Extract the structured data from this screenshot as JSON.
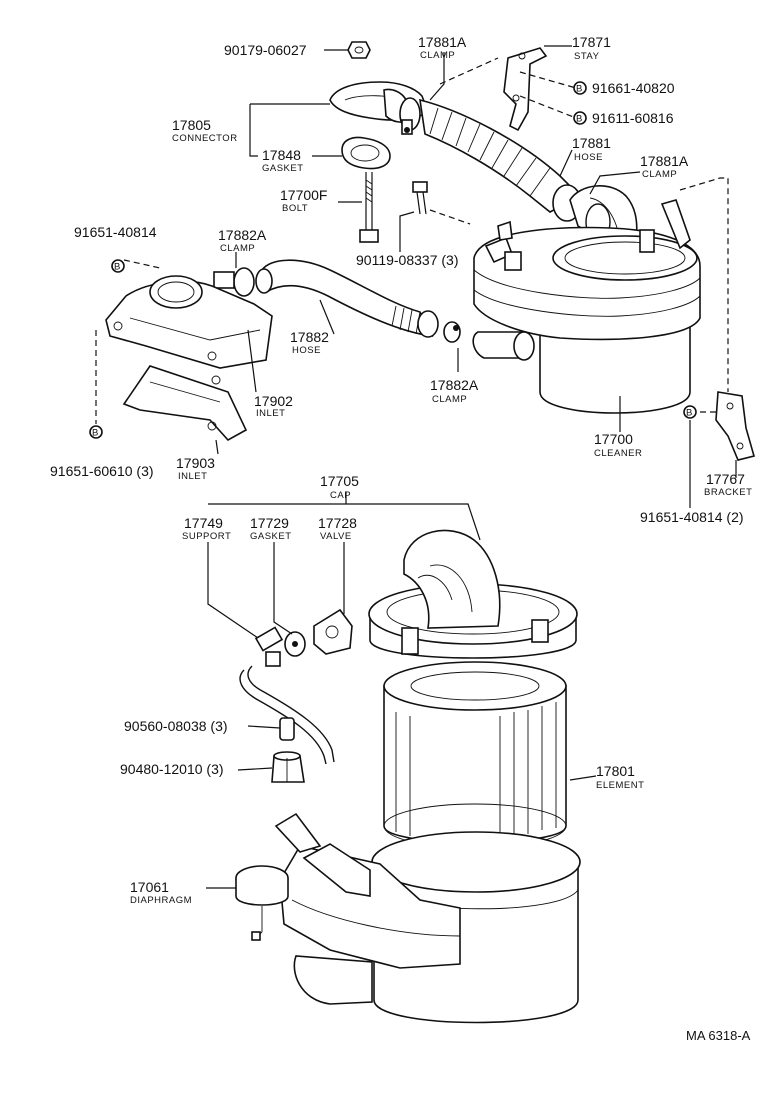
{
  "diagram_code": "MA 6318-A",
  "callouts": {
    "c_90179_06027": {
      "part": "90179-06027"
    },
    "c_17881a_top": {
      "part": "17881A",
      "name": "CLAMP"
    },
    "c_17871": {
      "part": "17871",
      "name": "STAY"
    },
    "c_91661_40820": {
      "part": "91661-40820"
    },
    "c_91611_60816": {
      "part": "91611-60816"
    },
    "c_17805": {
      "part": "17805",
      "name": "CONNECTOR"
    },
    "c_17881": {
      "part": "17881",
      "name": "HOSE"
    },
    "c_17848": {
      "part": "17848",
      "name": "GASKET"
    },
    "c_17881a_right": {
      "part": "17881A",
      "name": "CLAMP"
    },
    "c_17700f": {
      "part": "17700F",
      "name": "BOLT"
    },
    "c_91651_40814_left": {
      "part": "91651-40814"
    },
    "c_17882a_left": {
      "part": "17882A",
      "name": "CLAMP"
    },
    "c_90119_08337": {
      "part": "90119-08337 (3)"
    },
    "c_17882": {
      "part": "17882",
      "name": "HOSE"
    },
    "c_17882a_mid": {
      "part": "17882A",
      "name": "CLAMP"
    },
    "c_17902": {
      "part": "17902",
      "name": "INLET"
    },
    "c_17700": {
      "part": "17700",
      "name": "CLEANER"
    },
    "c_91651_60610": {
      "part": "91651-60610 (3)"
    },
    "c_17903": {
      "part": "17903",
      "name": "INLET"
    },
    "c_17767": {
      "part": "17767",
      "name": "BRACKET"
    },
    "c_91651_40814_right": {
      "part": "91651-40814 (2)"
    },
    "c_17705": {
      "part": "17705",
      "name": "CAP"
    },
    "c_17749": {
      "part": "17749",
      "name": "SUPPORT"
    },
    "c_17729": {
      "part": "17729",
      "name": "GASKET"
    },
    "c_17728": {
      "part": "17728",
      "name": "VALVE"
    },
    "c_90560_08038": {
      "part": "90560-08038 (3)"
    },
    "c_90480_12010": {
      "part": "90480-12010 (3)"
    },
    "c_17801": {
      "part": "17801",
      "name": "ELEMENT"
    },
    "c_17061": {
      "part": "17061",
      "name": "DIAPHRAGM"
    }
  },
  "bolt_marker": "B"
}
